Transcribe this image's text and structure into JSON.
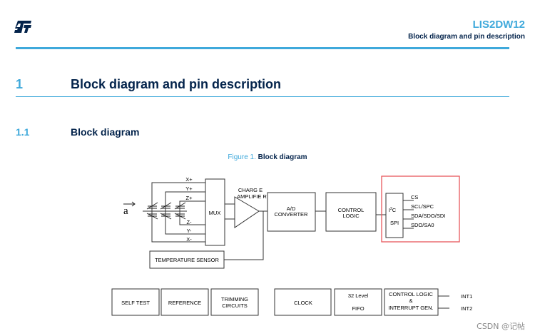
{
  "header": {
    "logo": "st-logo",
    "product": "LIS2DW12",
    "section": "Block diagram and pin description"
  },
  "sections": [
    {
      "number": "1",
      "title": "Block diagram and pin description"
    },
    {
      "number": "1.1",
      "title": "Block diagram"
    }
  ],
  "figure": {
    "label": "Figure 1.",
    "title": "Block diagram",
    "accel_symbol": "a",
    "sense_signals": [
      "X+",
      "Y+",
      "Z+",
      "Z-",
      "Y-",
      "X-"
    ],
    "mux": "MUX",
    "charge_amp": [
      "CHARG E",
      "AMPLIFIE R"
    ],
    "adc": [
      "A/D",
      "CONVERTER"
    ],
    "control_logic": [
      "CONTROL",
      "LOGIC"
    ],
    "interface": {
      "i2c": "I",
      "i2c_sup": "2",
      "i2c_tail": "C",
      "spi": "SPI"
    },
    "pins": [
      "CS",
      "SCL/SPC",
      "SDA/SDO/SDI",
      "SDO/SA0"
    ],
    "temp_sensor": "TEMPERATURE SENSOR",
    "bottom_blocks": [
      {
        "lines": [
          "SELF TEST"
        ]
      },
      {
        "lines": [
          "REFERENCE"
        ]
      },
      {
        "lines": [
          "TRIMMING",
          "CIRCUITS"
        ]
      },
      {
        "lines": [
          "CLOCK"
        ]
      },
      {
        "lines": [
          "32 Level",
          "FIFO"
        ]
      },
      {
        "lines": [
          "CONTROL LOGIC",
          "&",
          "INTERRUPT GEN."
        ]
      }
    ],
    "interrupts": [
      "INT1",
      "INT2"
    ],
    "highlight_color": "#e8585c"
  },
  "watermark": "CSDN @记帖",
  "colors": {
    "accent": "#3fa9db",
    "navy": "#03234b"
  }
}
